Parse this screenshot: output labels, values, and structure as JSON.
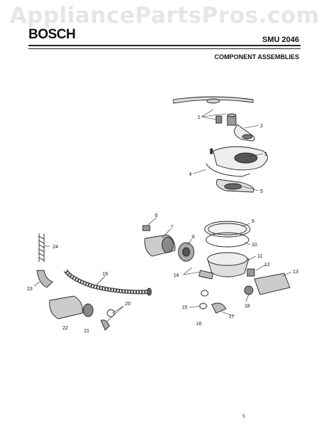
{
  "watermark": "AppliancePartsPros.com",
  "header": {
    "brand": "BOSCH",
    "model": "SMU 2046",
    "section": "COMPONENT ASSEMBLIES"
  },
  "callouts": [
    "1",
    "2",
    "3",
    "4",
    "5",
    "6",
    "7",
    "8",
    "9",
    "10",
    "11",
    "12",
    "13",
    "14",
    "15",
    "16",
    "17",
    "18",
    "19",
    "20",
    "21",
    "22",
    "23",
    "24"
  ],
  "footer_code": "6"
}
